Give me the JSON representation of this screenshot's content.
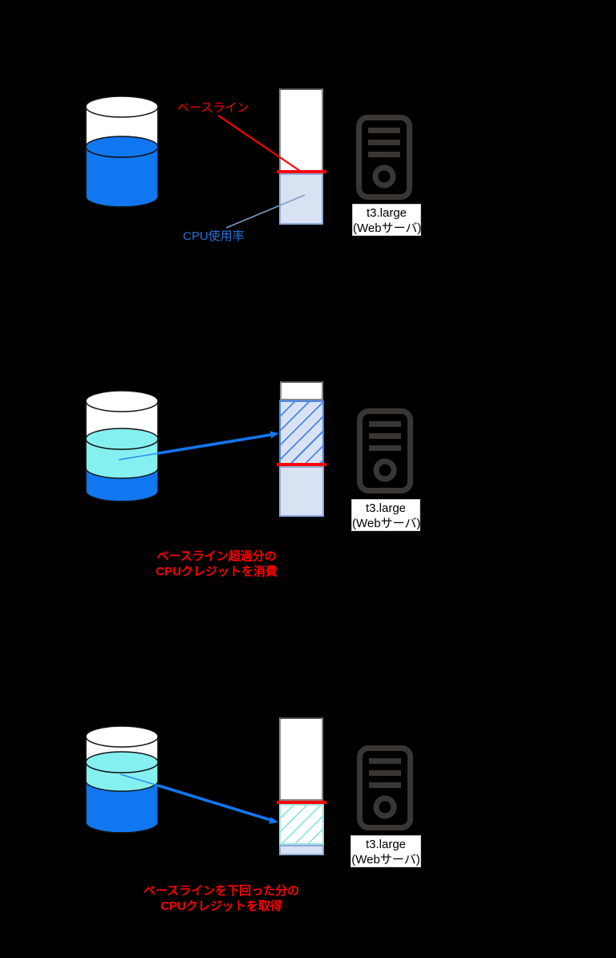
{
  "page": {
    "background": "#000000"
  },
  "colors": {
    "bucket_fill_blue": "#1177F0",
    "bucket_fill_cyan": "#85F0F0",
    "bar_fill_light_blue": "#D9E2F3",
    "baseline_red": "#FF0000",
    "cpu_usage_blue": "#2B70D8",
    "hatch_blue": "#4A86E8",
    "hatch_cyan": "#8FE8E0",
    "server_icon_gray": "#3A3633"
  },
  "sections": [
    {
      "id": "baseline-normal",
      "baseline_label": "ベースライン",
      "cpu_usage_label": "CPU使用率",
      "server_name": "t3.large",
      "server_role": "(Webサーバ)"
    },
    {
      "id": "burst-consume",
      "caption_line1": "ベースライン超過分の",
      "caption_line2": "CPUクレジットを消費",
      "server_name": "t3.large",
      "server_role": "(Webサーバ)"
    },
    {
      "id": "idle-earn",
      "caption_line1": "ベースラインを下回った分の",
      "caption_line2": "CPUクレジットを取得",
      "server_name": "t3.large",
      "server_role": "(Webサーバ)"
    }
  ]
}
